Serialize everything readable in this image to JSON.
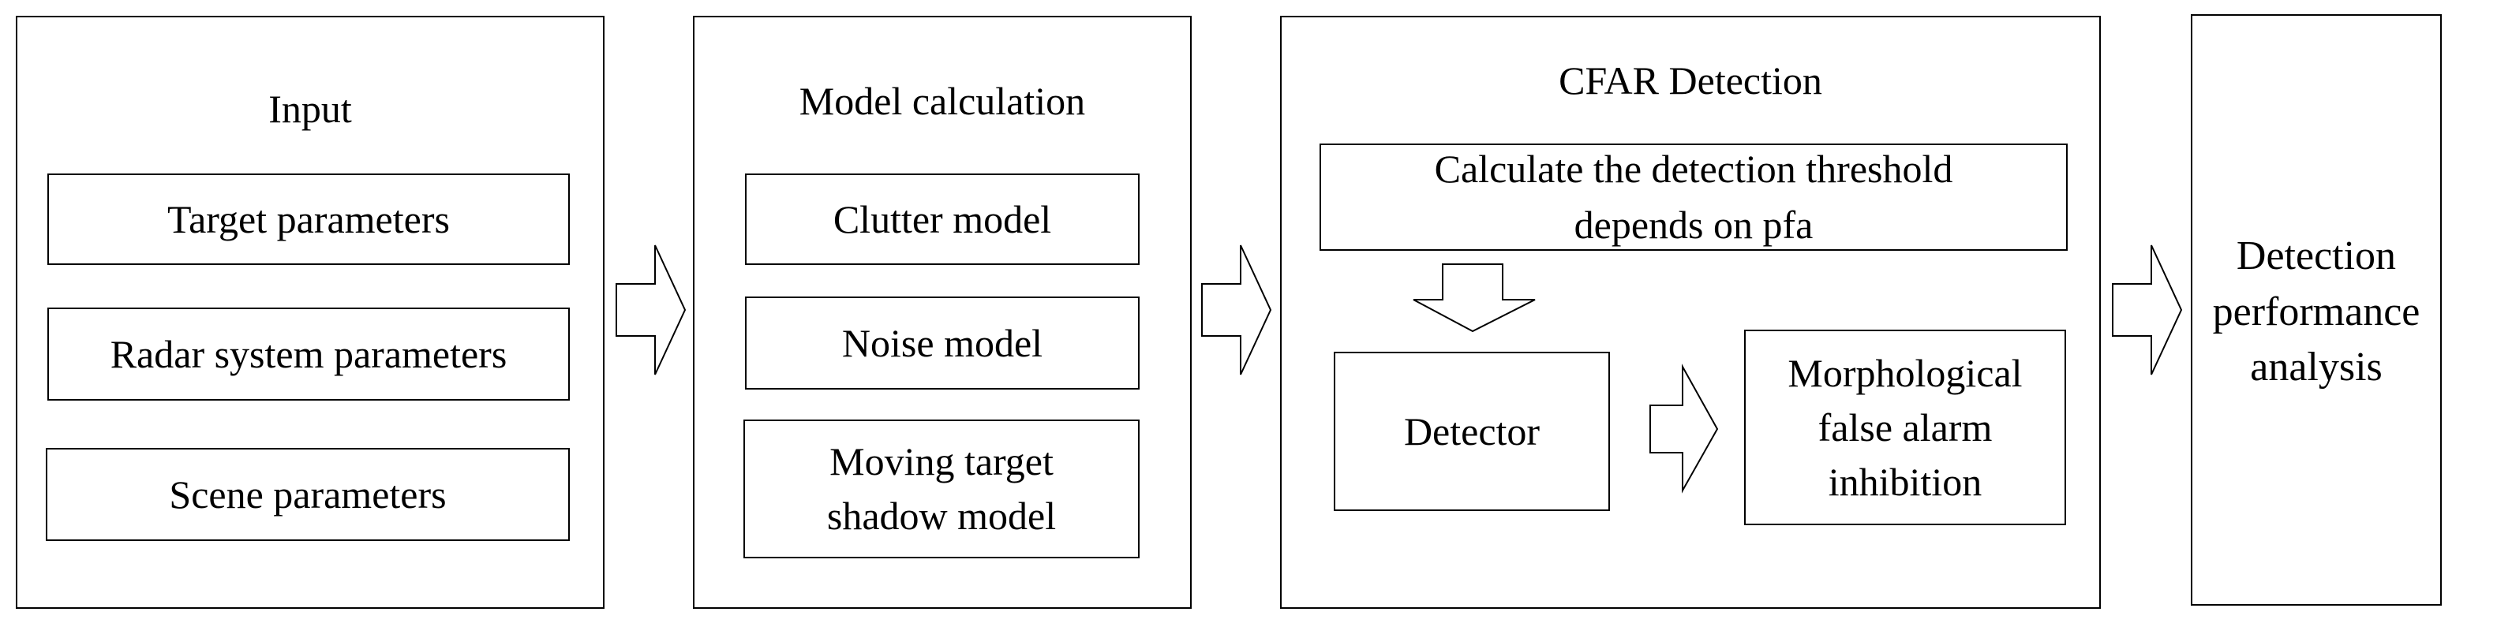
{
  "input": {
    "title": "Input",
    "items": [
      "Target parameters",
      "Radar system parameters",
      "Scene parameters"
    ]
  },
  "model": {
    "title": "Model calculation",
    "items": [
      "Clutter model",
      "Noise model",
      "Moving target\nshadow model"
    ]
  },
  "cfar": {
    "title": "CFAR Detection",
    "threshold": "Calculate the detection threshold\ndepends on pfa",
    "detector": "Detector",
    "morph": "Morphological\nfalse alarm\ninhibition"
  },
  "output": {
    "label": "Detection\nperformance\nanalysis"
  }
}
